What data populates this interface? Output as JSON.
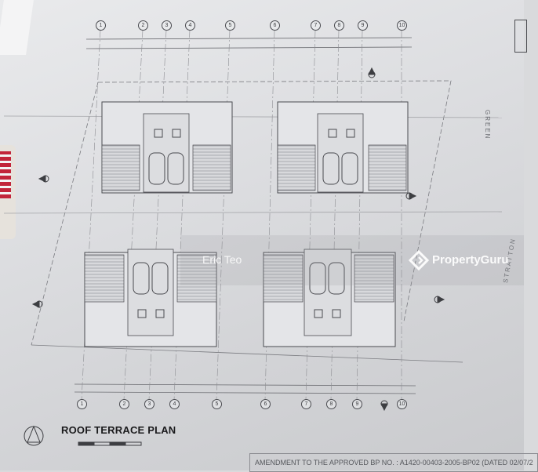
{
  "document": {
    "title": "ROOF TERRACE PLAN",
    "amendment_note": "AMENDMENT TO THE APPROVED BP NO. : A1420-00403-2005-BP02 (DATED 02/07/2",
    "street_names": [
      "GREEN",
      "STRATTON"
    ],
    "grid_labels": [
      "1",
      "2",
      "3",
      "4",
      "5",
      "6",
      "7",
      "8",
      "9",
      "10"
    ]
  },
  "watermark": {
    "agent": "Eric Teo",
    "brand": "PropertyGuru",
    "logo_icon": "propertyguru-logo-icon"
  },
  "colors": {
    "line": "#4a4b50",
    "faint": "#8f9095",
    "hatch": "#9ea0a5"
  }
}
